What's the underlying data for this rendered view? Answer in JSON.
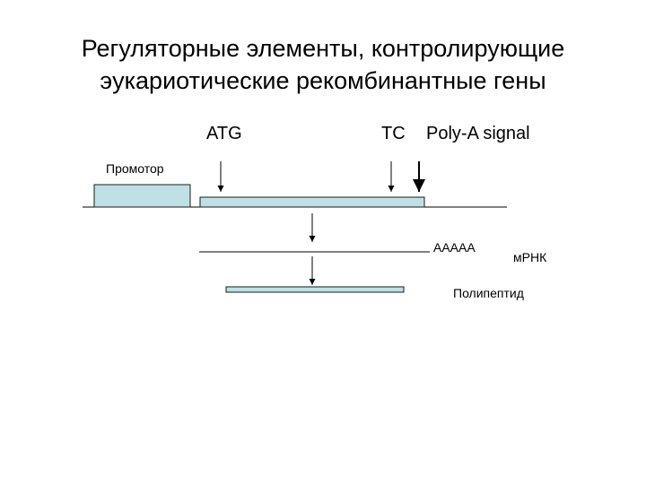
{
  "title": {
    "line1": "Регуляторные элементы, контролирующие",
    "line2": "эукариотические рекомбинантные гены"
  },
  "labels": {
    "atg": "ATG",
    "tc": "TC",
    "poly_a": "Poly-A signal",
    "promoter": "Промотор",
    "poly_a_tail": "AAAAA",
    "mrna": "мРНК",
    "polypeptide": "Полипептид"
  },
  "colors": {
    "box_fill": "#bfe0e4",
    "box_stroke": "#1a1a1a",
    "line": "#000000"
  }
}
